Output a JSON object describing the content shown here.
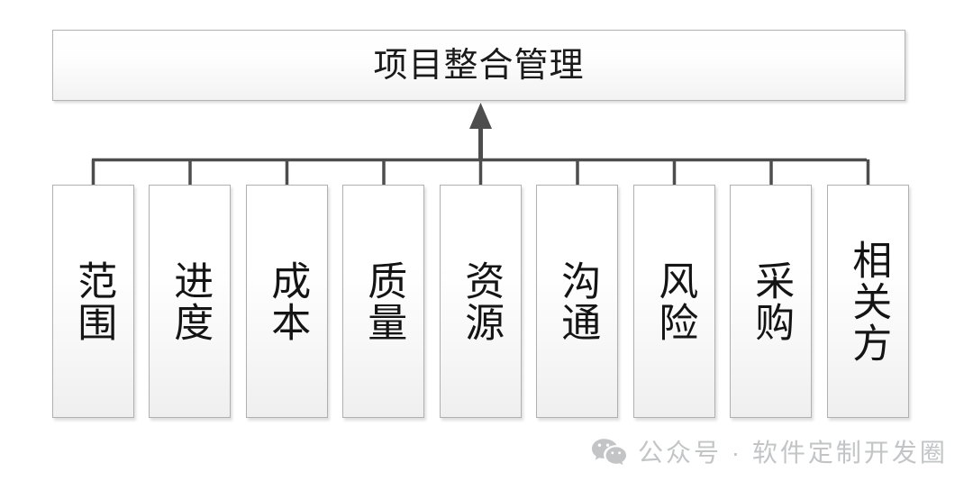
{
  "diagram": {
    "type": "hierarchy",
    "root": {
      "label": "项目整合管理"
    },
    "children": [
      {
        "label": "范围"
      },
      {
        "label": "进度"
      },
      {
        "label": "成本"
      },
      {
        "label": "质量"
      },
      {
        "label": "资源"
      },
      {
        "label": "沟通"
      },
      {
        "label": "风险"
      },
      {
        "label": "采购"
      },
      {
        "label": "相关方"
      }
    ],
    "connector": {
      "direction": "children-to-root",
      "arrow": "up"
    }
  },
  "watermark": {
    "icon": "wechat-icon",
    "text": "公众号 · 软件定制开发圈"
  },
  "colors": {
    "background": "#ffffff",
    "box_border": "#b0b0b0",
    "box_fill_top": "#ffffff",
    "box_fill_bottom": "#efefef",
    "text": "#141414",
    "connector": "#4d4d4d",
    "watermark": "#c2c4c6"
  }
}
